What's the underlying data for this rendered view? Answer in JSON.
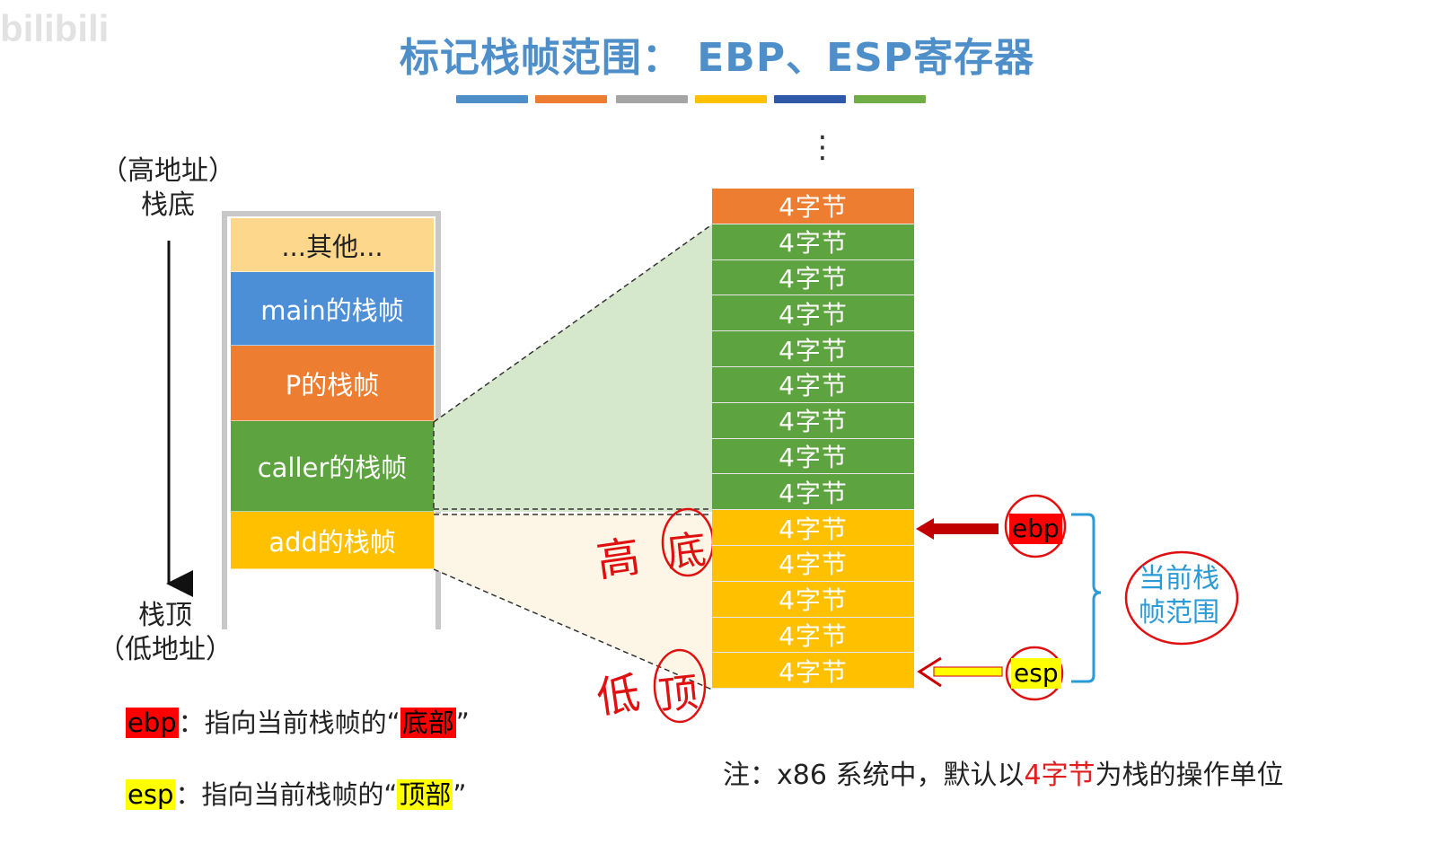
{
  "title": "标记栈帧范围： EBP、ESP寄存器",
  "watermark": "bilibili",
  "colors": {
    "title": "#4f8fc9",
    "bars": [
      "#4f8fc9",
      "#ed7d31",
      "#a5a5a5",
      "#ffc000",
      "#2e58a8",
      "#70ad47"
    ],
    "other": "#fdd78b",
    "main": "#4d8fd6",
    "p": "#ed7d31",
    "caller": "#5da33f",
    "add": "#ffc000",
    "ebp_highlight": "#ff0000",
    "esp_highlight": "#ffff00",
    "annotation_red": "#e01010",
    "bracket": "#2a9bd6"
  },
  "left_stack": {
    "top_label_line1": "（高地址）",
    "top_label_line2": "栈底",
    "bottom_label_line1": "栈顶",
    "bottom_label_line2": "（低地址）",
    "blocks": [
      {
        "label": "...其他..."
      },
      {
        "label": "main的栈帧"
      },
      {
        "label": "P的栈帧"
      },
      {
        "label": "caller的栈帧"
      },
      {
        "label": "add的栈帧"
      }
    ]
  },
  "right_stack": {
    "ellipsis": "⋮",
    "cell_label": "4字节",
    "cells": [
      {
        "label": "4字节",
        "group": "P"
      },
      {
        "label": "4字节",
        "group": "caller"
      },
      {
        "label": "4字节",
        "group": "caller"
      },
      {
        "label": "4字节",
        "group": "caller"
      },
      {
        "label": "4字节",
        "group": "caller"
      },
      {
        "label": "4字节",
        "group": "caller"
      },
      {
        "label": "4字节",
        "group": "caller"
      },
      {
        "label": "4字节",
        "group": "caller"
      },
      {
        "label": "4字节",
        "group": "caller"
      },
      {
        "label": "4字节",
        "group": "add"
      },
      {
        "label": "4字节",
        "group": "add"
      },
      {
        "label": "4字节",
        "group": "add"
      },
      {
        "label": "4字节",
        "group": "add"
      },
      {
        "label": "4字节",
        "group": "add"
      }
    ]
  },
  "pointers": {
    "ebp": "ebp",
    "esp": "esp",
    "range_line1": "当前栈",
    "range_line2": "帧范围"
  },
  "handwriting": {
    "high": "高",
    "bottom": "底",
    "low": "低",
    "top": "顶"
  },
  "legend": {
    "ebp_tag": "ebp",
    "ebp_text": "：指向当前栈帧的“",
    "ebp_hl": "底部",
    "ebp_end": "”",
    "esp_tag": "esp",
    "esp_text": "：指向当前栈帧的“",
    "esp_hl": "顶部",
    "esp_end": "”"
  },
  "note": {
    "prefix": "注：x86 系统中，默认以",
    "highlight": "4字节",
    "suffix": "为栈的操作单位"
  }
}
